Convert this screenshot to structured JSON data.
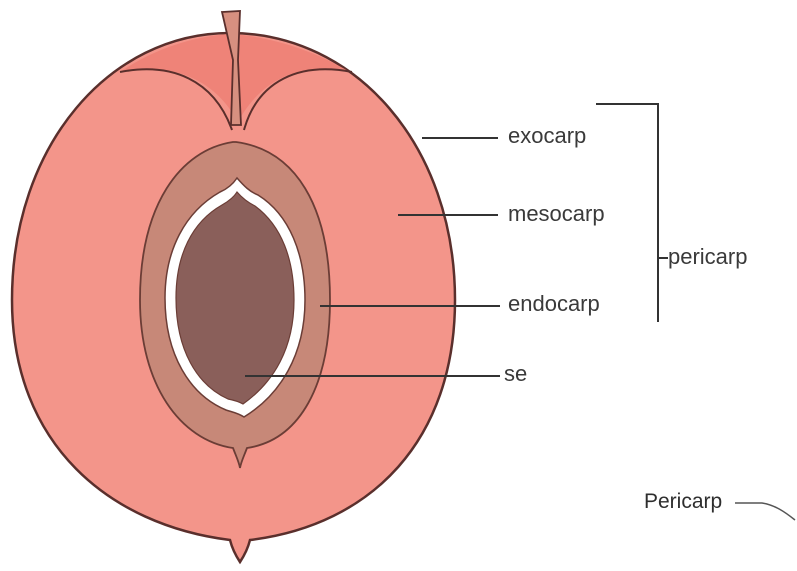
{
  "labels": {
    "exocarp": "exocarp",
    "mesocarp": "mesocarp",
    "endocarp": "endocarp",
    "seed": "se",
    "pericarp": "pericarp",
    "pericarp_inset": "Pericarp"
  },
  "colors": {
    "flesh": "#f3958a",
    "skin_top": "#ef8378",
    "outline": "#5a2f2c",
    "endocarp": "#c78878",
    "seed": "#8a5f5a",
    "seed_coat": "#ffffff",
    "leader_line": "#333333"
  }
}
